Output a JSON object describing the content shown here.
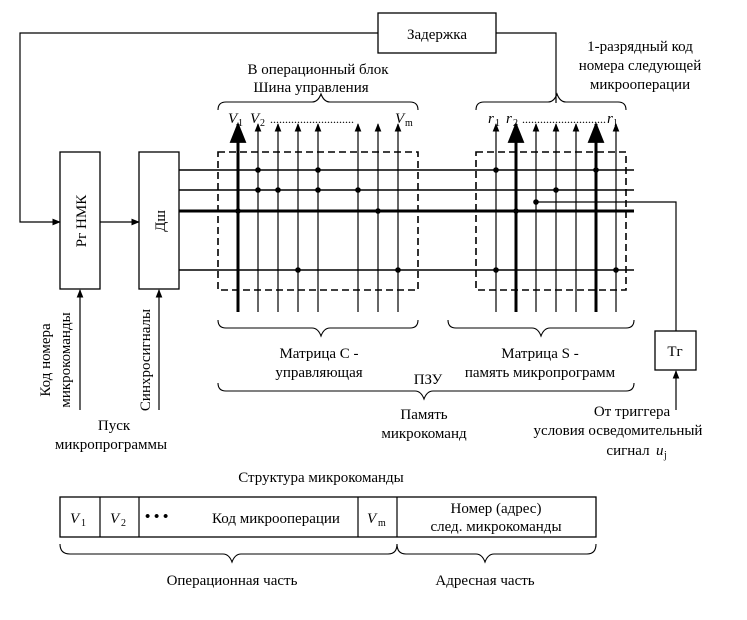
{
  "blocks": {
    "delay": "Задержка",
    "register": "Рг НМК",
    "decoder": "Дш",
    "trigger": "Тг"
  },
  "top": {
    "to_op_block": "В операционный блок",
    "control_bus": "Шина управления",
    "code_l1": "1-разрядный код",
    "code_l2": "номера следующей",
    "code_l3": "микрооперации"
  },
  "bus_labels": {
    "v1": "V",
    "v1_sub": "1",
    "v2": "V",
    "v2_sub": "2",
    "vm": "V",
    "vm_sub": "m",
    "r1": "r",
    "r1_sub": "1",
    "r2": "r",
    "r2_sub": "2",
    "rl": "r",
    "rl_sub": "l",
    "dots": "............................"
  },
  "left": {
    "code_l1": "Код номера",
    "code_l2": "микрокоманды",
    "sync": "Синхросигналы",
    "start_l1": "Пуск",
    "start_l2": "микропрограммы"
  },
  "matrices": {
    "c_l1": "Матрица С -",
    "c_l2": "управляющая",
    "s_l1": "Матрица S -",
    "s_l2": "память микропрограмм",
    "rom": "ПЗУ",
    "mem_l1": "Память",
    "mem_l2": "микрокоманд"
  },
  "trigger_label": {
    "l1": "От триггера",
    "l2": "условия осведомительный",
    "l3": "сигнал",
    "u": "u",
    "u_sub": "j"
  },
  "structure": {
    "title": "Структура микрокоманды",
    "v1": "V",
    "v1_sub": "1",
    "v2": "V",
    "v2_sub": "2",
    "dots": "• • •",
    "op_code": "Код микрооперации",
    "vm": "V",
    "vm_sub": "m",
    "addr_l1": "Номер (адрес)",
    "addr_l2": "след. микрокоманды",
    "op_part": "Операционная часть",
    "addr_part": "Адресная часть"
  }
}
